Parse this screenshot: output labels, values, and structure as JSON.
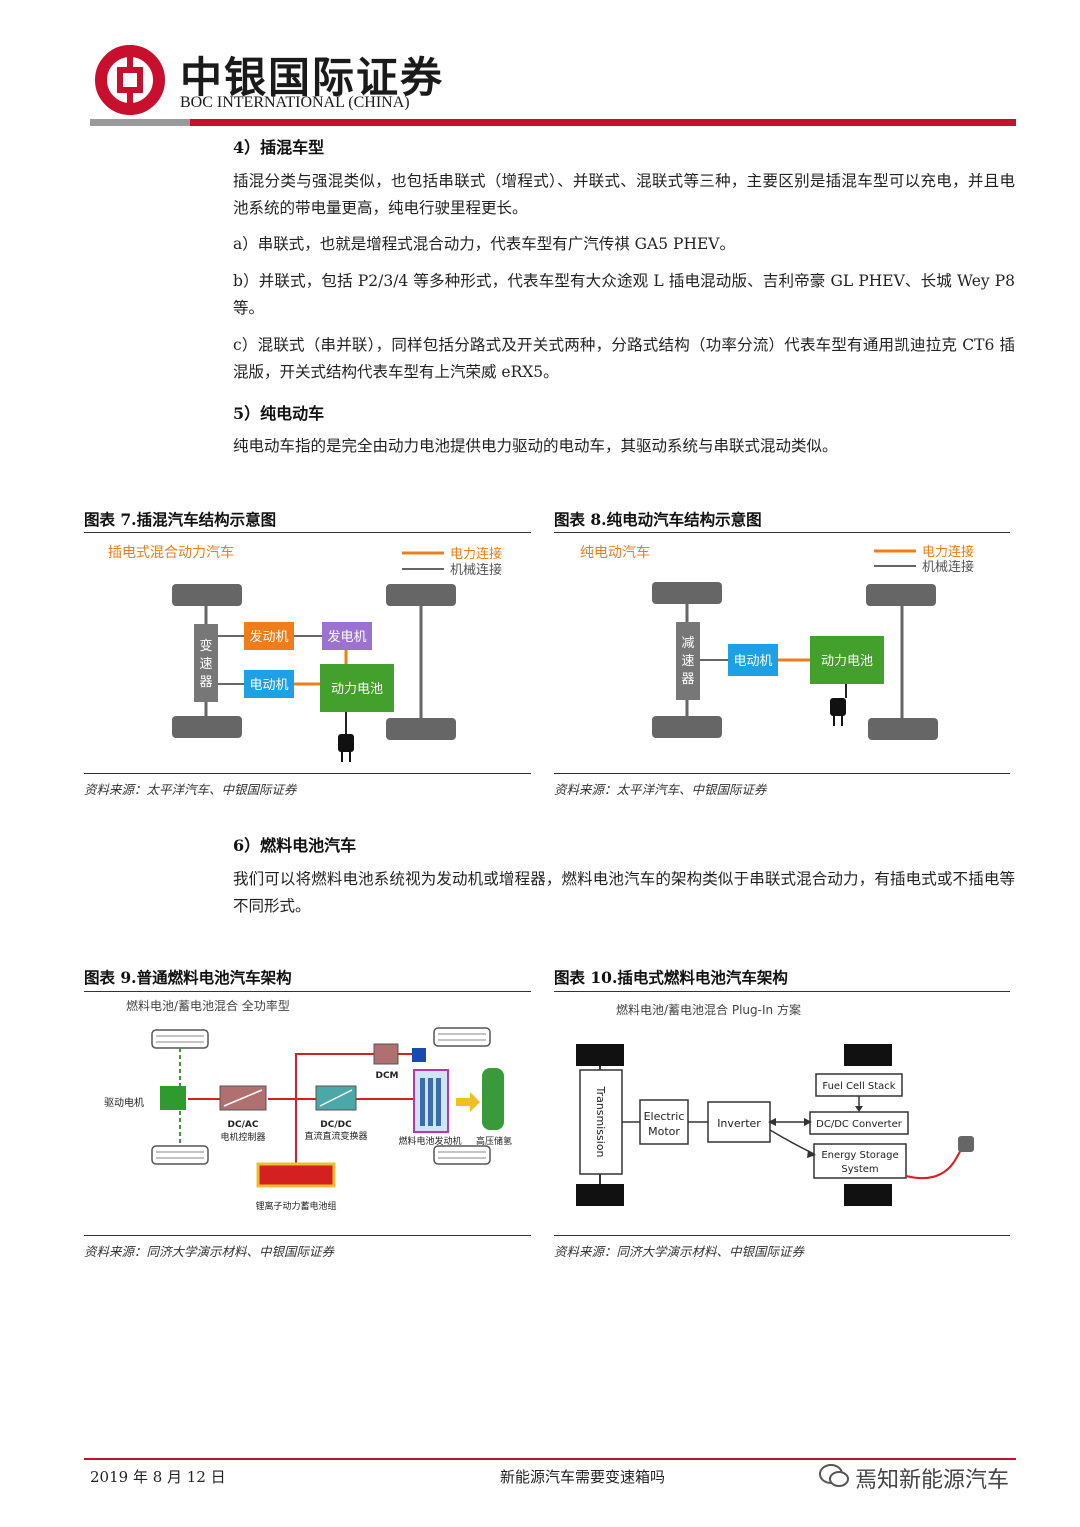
{
  "header": {
    "brand_cn": "中银国际证券",
    "brand_en": "BOC INTERNATIONAL (CHINA)"
  },
  "section4": {
    "heading": "4）插混车型",
    "para1": "插混分类与强混类似，也包括串联式（增程式）、并联式、混联式等三种，主要区别是插混车型可以充电，并且电池系统的带电量更高，纯电行驶里程更长。",
    "item_a": "a）串联式，也就是增程式混合动力，代表车型有广汽传祺 GA5 PHEV。",
    "item_b": "b）并联式，包括 P2/3/4 等多种形式，代表车型有大众途观 L 插电混动版、吉利帝豪 GL PHEV、长城 Wey P8 等。",
    "item_c": "c）混联式（串并联），同样包括分路式及开关式两种，分路式结构（功率分流）代表车型有通用凯迪拉克 CT6 插混版，开关式结构代表车型有上汽荣威 eRX5。"
  },
  "section5": {
    "heading": "5）纯电动车",
    "para": "纯电动车指的是完全由动力电池提供电力驱动的电动车，其驱动系统与串联式混动类似。"
  },
  "fig7": {
    "title": "图表 7.插混汽车结构示意图",
    "source": "资料来源：太平洋汽车、中银国际证券",
    "label_main": "插电式混合动力汽车",
    "legend_electric": "电力连接",
    "legend_mech": "机械连接",
    "transmission": [
      "变",
      "速",
      "器"
    ],
    "engine": "发动机",
    "generator": "发电机",
    "motor": "电动机",
    "battery": "动力电池",
    "color_electric": "#f07c1a",
    "color_mech": "#666666",
    "color_engine": "#f07c1a",
    "color_generator": "#9b72cf",
    "color_motor": "#1ea0e6",
    "color_battery": "#43a02c"
  },
  "fig8": {
    "title": "图表 8.纯电动汽车结构示意图",
    "source": "资料来源：太平洋汽车、中银国际证券",
    "label_main": "纯电动汽车",
    "legend_electric": "电力连接",
    "legend_mech": "机械连接",
    "reducer": [
      "减",
      "速",
      "器"
    ],
    "motor": "电动机",
    "battery": "动力电池"
  },
  "section6": {
    "heading": "6）燃料电池汽车",
    "para": "我们可以将燃料电池系统视为发动机或增程器，燃料电池汽车的架构类似于串联式混合动力，有插电式或不插电等不同形式。"
  },
  "fig9": {
    "title": "图表 9.普通燃料电池汽车架构",
    "source": "资料来源：同济大学演示材料、中银国际证券",
    "label_main": "燃料电池/蓄电池混合 全功率型",
    "drive_motor": "驱动电机",
    "dcac": "DC/AC",
    "motor_ctrl": "电机控制器",
    "dcdc": "DC/DC",
    "dcdc_desc": "直流直流变换器",
    "dcm": "DCM",
    "fc_engine": "燃料电池发动机",
    "h2_tank": "高压储氢",
    "li_battery": "锂离子动力蓄电池组"
  },
  "fig10": {
    "title": "图表 10.插电式燃料电池汽车架构",
    "source": "资料来源：同济大学演示材料、中银国际证券",
    "label_main": "燃料电池/蓄电池混合 Plug-In 方案",
    "transmission": "Transmission",
    "electric_motor": [
      "Electric",
      "Motor"
    ],
    "inverter": "Inverter",
    "fuel_cell_stack": "Fuel Cell Stack",
    "dcdc_converter": "DC/DC Converter",
    "energy_storage": [
      "Energy Storage",
      "System"
    ]
  },
  "footer": {
    "date": "2019 年 8 月 12 日",
    "title": "新能源汽车需要变速箱吗",
    "watermark": "焉知新能源汽车"
  }
}
